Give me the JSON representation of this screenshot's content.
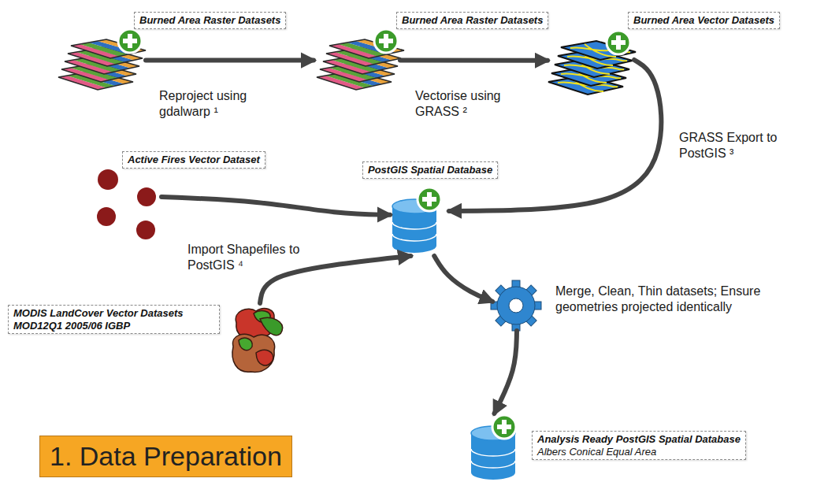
{
  "diagram": {
    "title": "1. Data Preparation",
    "nodes": [
      {
        "text": [
          "Burned Area Raster Datasets"
        ]
      },
      {
        "text": [
          "Burned Area Raster Datasets"
        ]
      },
      {
        "text": [
          "Burned Area Vector Datasets"
        ]
      },
      {
        "text": [
          "Active Fires Vector Dataset"
        ]
      },
      {
        "text": [
          "PostGIS Spatial Database"
        ]
      },
      {
        "text": [
          "MODIS LandCover Vector Datasets MOD12Q1 2005/06 IGBP"
        ]
      },
      {
        "text": [
          "Merge, Clean, Thin datasets; Ensure geometries projected identically"
        ]
      },
      {
        "text": [
          "Analysis Ready PostGIS Spatial Database",
          "Albers Conical Equal Area"
        ]
      }
    ],
    "edges": [
      {
        "from": 0,
        "to": 1,
        "arrow": "to",
        "label": "Reproject using gdalwarp ¹"
      },
      {
        "from": 1,
        "to": 2,
        "arrow": "to",
        "label": "Vectorise using GRASS ²"
      },
      {
        "from": 2,
        "to": 4,
        "arrow": "to",
        "label": "GRASS Export to PostGIS ³"
      },
      {
        "from": 3,
        "to": 4,
        "arrow": "to"
      },
      {
        "from": 5,
        "to": 4,
        "arrow": "to",
        "label": "Import Shapefiles to PostGIS ⁴"
      },
      {
        "from": 4,
        "to": 6,
        "arrow": "to"
      },
      {
        "from": 6,
        "to": 7,
        "arrow": "to"
      }
    ]
  }
}
